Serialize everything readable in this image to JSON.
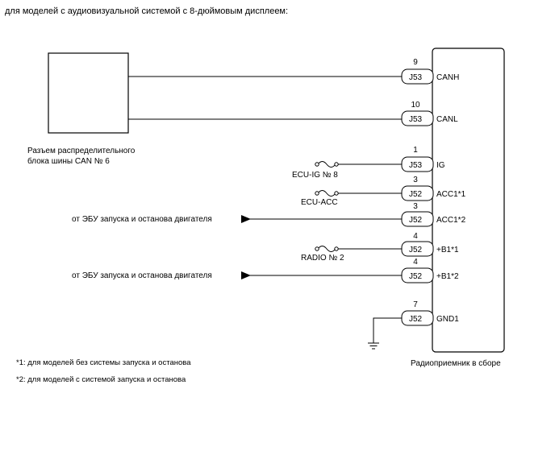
{
  "header": {
    "title": "для моделей с аудиовизуальной системой с 8-дюймовым дисплеем:"
  },
  "can_block": {
    "label_line1": "Разъем распределительного",
    "label_line2": "блока шины CAN № 6"
  },
  "receiver": {
    "label": "Радиоприемник в сборе"
  },
  "pins": [
    {
      "num": "9",
      "connector": "J53",
      "signal": "CANH"
    },
    {
      "num": "10",
      "connector": "J53",
      "signal": "CANL"
    },
    {
      "num": "1",
      "connector": "J53",
      "signal": "IG"
    },
    {
      "num": "3",
      "connector": "J52",
      "signal": "ACC1*1"
    },
    {
      "num": "3",
      "connector": "J52",
      "signal": "ACC1*2"
    },
    {
      "num": "4",
      "connector": "J52",
      "signal": "+B1*1"
    },
    {
      "num": "4",
      "connector": "J52",
      "signal": "+B1*2"
    },
    {
      "num": "7",
      "connector": "J52",
      "signal": "GND1"
    }
  ],
  "fuses": [
    {
      "label": "ECU-IG № 8"
    },
    {
      "label": "ECU-ACC"
    },
    {
      "label": "RADIO № 2"
    }
  ],
  "sources": [
    {
      "label": "от ЭБУ запуска и останова двигателя"
    },
    {
      "label": "от ЭБУ запуска и останова двигателя"
    }
  ],
  "footnotes": [
    {
      "text": "*1: для моделей без системы запуска и останова"
    },
    {
      "text": "*2: для моделей с системой запуска и останова"
    }
  ]
}
